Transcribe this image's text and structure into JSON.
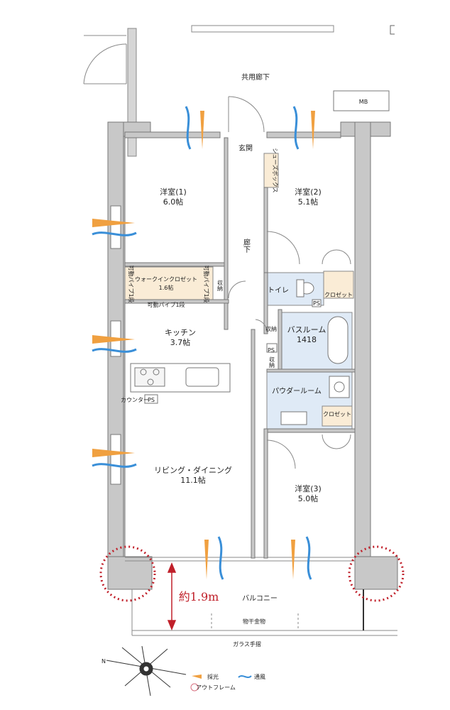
{
  "labels": {
    "corridor": "共用廊下",
    "mb": "MB",
    "entrance": "玄関",
    "shoes_box": "シューズボックス",
    "hallway": "廊下",
    "room1_name": "洋室(1)",
    "room1_size": "6.0帖",
    "room2_name": "洋室(2)",
    "room2_size": "5.1帖",
    "room3_name": "洋室(3)",
    "room3_size": "5.0帖",
    "wic_name": "ウォークインクロゼット",
    "wic_size": "1.6帖",
    "pipe_1": "可動パイプ1段",
    "pipe_left": "可動パイプ1段",
    "pipe_right": "可動パイプ1段",
    "storage": "収納",
    "toilet": "トイレ",
    "closet": "クロゼット",
    "ps": "PS",
    "kitchen_name": "キッチン",
    "kitchen_size": "3.7帖",
    "counter": "カウンター",
    "bath_name": "バスルーム",
    "bath_size": "1418",
    "powder": "パウダールーム",
    "living_name": "リビング・ダイニング",
    "living_size": "11.1帖",
    "balcony": "バルコニー",
    "balcony_depth": "約1.9m",
    "drying_rack": "物干金物",
    "glass_rail": "ガラス手摺",
    "compass_n": "N"
  },
  "legend": [
    {
      "name": "legend-light",
      "label": "採光",
      "color": "#f0a040"
    },
    {
      "name": "legend-wind",
      "label": "通風",
      "color": "#3a8fd8"
    },
    {
      "name": "legend-outframe",
      "label": "アウトフレーム",
      "color": "#d87080"
    }
  ],
  "colors": {
    "wall": "#c8c8c8",
    "wall_edge": "#777777",
    "wet_area": "#dfeaf6",
    "storage_fill": "#faecd6",
    "accent_red": "#c0202a",
    "light_arrow": "#f0a040",
    "wind_arrow": "#3a8fd8"
  }
}
